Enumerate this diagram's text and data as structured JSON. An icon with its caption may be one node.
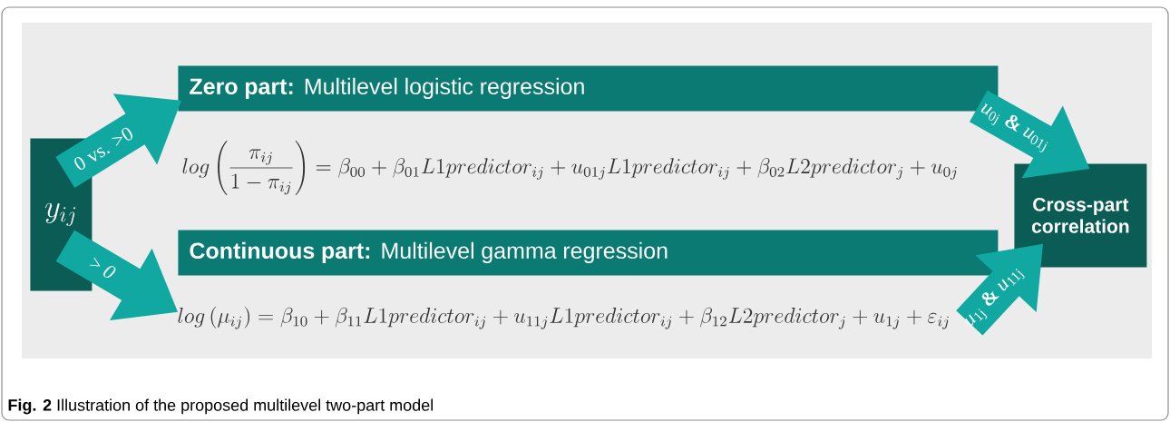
{
  "diagram": {
    "caption": "**Fig. 2** Illustration of the proposed multilevel two-part model",
    "nodes": [
      {
        "text": [
          "y_{ij}"
        ]
      },
      {
        "text": [
          "**Zero part:** Multilevel logistic regression"
        ]
      },
      {
        "text": [
          "**Continuous part:** Multilevel gamma regression"
        ]
      },
      {
        "text": [
          "Cross-part correlation"
        ]
      }
    ],
    "edges": [
      {
        "from": 0,
        "to": 1,
        "arrow": "to",
        "label": "0 vs. >0"
      },
      {
        "from": 0,
        "to": 2,
        "arrow": "to",
        "label": "> *0*"
      },
      {
        "from": 1,
        "to": 3,
        "arrow": "to",
        "label": "*u*$_{0j}$ **&** *u*$_{01j}$"
      },
      {
        "from": 2,
        "to": 3,
        "arrow": "to",
        "label": "*u*$_{1j}$ **&** *u*$_{11j}$"
      }
    ],
    "labels": [
      "log\\left(\\frac{\\pi_{ij}}{1-\\pi_{ij}}\\right)=\\beta_{00}+\\beta_{01}L1predictor_{ij}+u_{01j}L1predictor_{ij}+\\beta_{02}L2predictor_{j}+u_{0j}",
      "log\\left(\\mu_{ij}\\right)=\\beta_{10}+\\beta_{11}L1predictor_{ij}+u_{11j}L1predictor_{ij}+\\beta_{12}L2predictor_{j}+u_{1j}+\\varepsilon_{ij}"
    ]
  }
}
